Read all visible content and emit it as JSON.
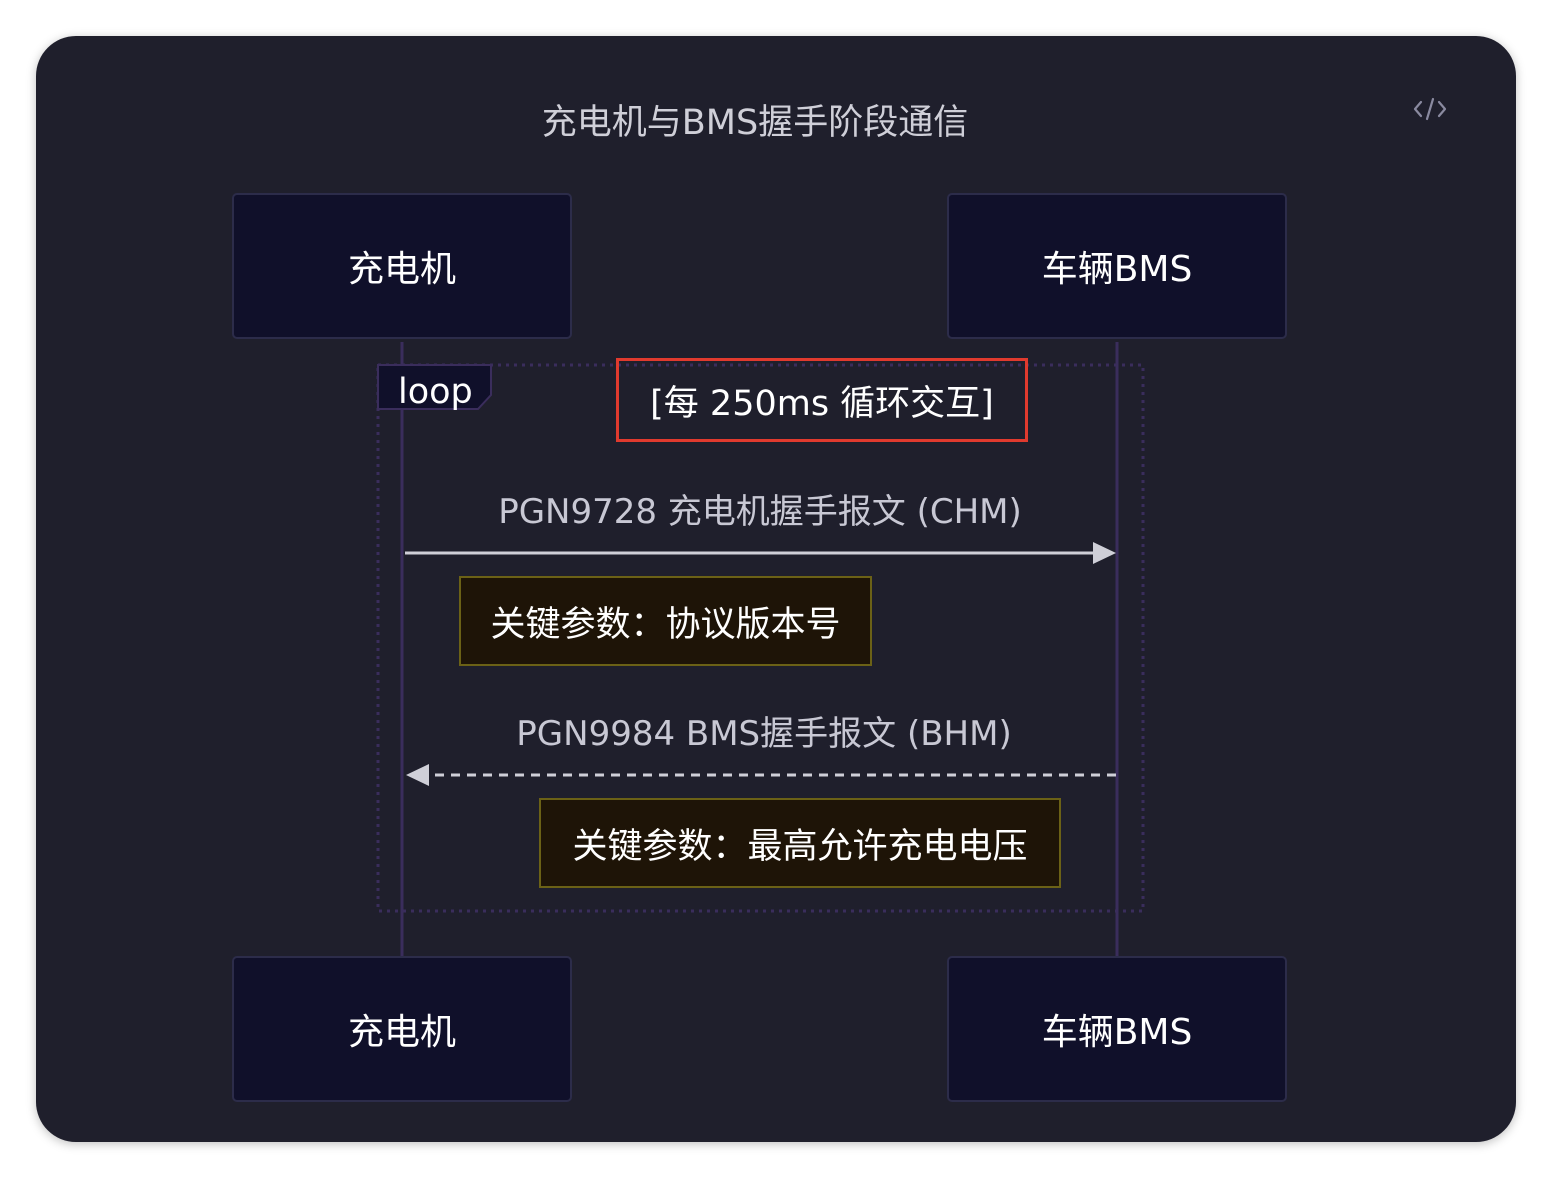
{
  "diagram": {
    "title": "充电机与BMS握手阶段通信",
    "code_icon": "code-icon"
  },
  "participants": [
    {
      "id": "charger",
      "label": "充电机"
    },
    {
      "id": "bms",
      "label": "车辆BMS"
    }
  ],
  "loop": {
    "tag": "loop",
    "condition": "[每 250ms 循环交互]"
  },
  "messages": [
    {
      "from": "充电机",
      "to": "车辆BMS",
      "label": "PGN9728 充电机握手报文 (CHM)",
      "style": "solid",
      "note": "关键参数：协议版本号"
    },
    {
      "from": "车辆BMS",
      "to": "充电机",
      "label": "PGN9984 BMS握手报文 (BHM)",
      "style": "dashed",
      "note": "关键参数：最高允许充电电压"
    }
  ],
  "colors": {
    "background": "#1f1f2c",
    "actor_fill": "#10102a",
    "note_fill": "#1e1407",
    "note_border": "#6b6116",
    "highlight_box": "#e03a2e",
    "lifeline": "#3a2d5c"
  }
}
